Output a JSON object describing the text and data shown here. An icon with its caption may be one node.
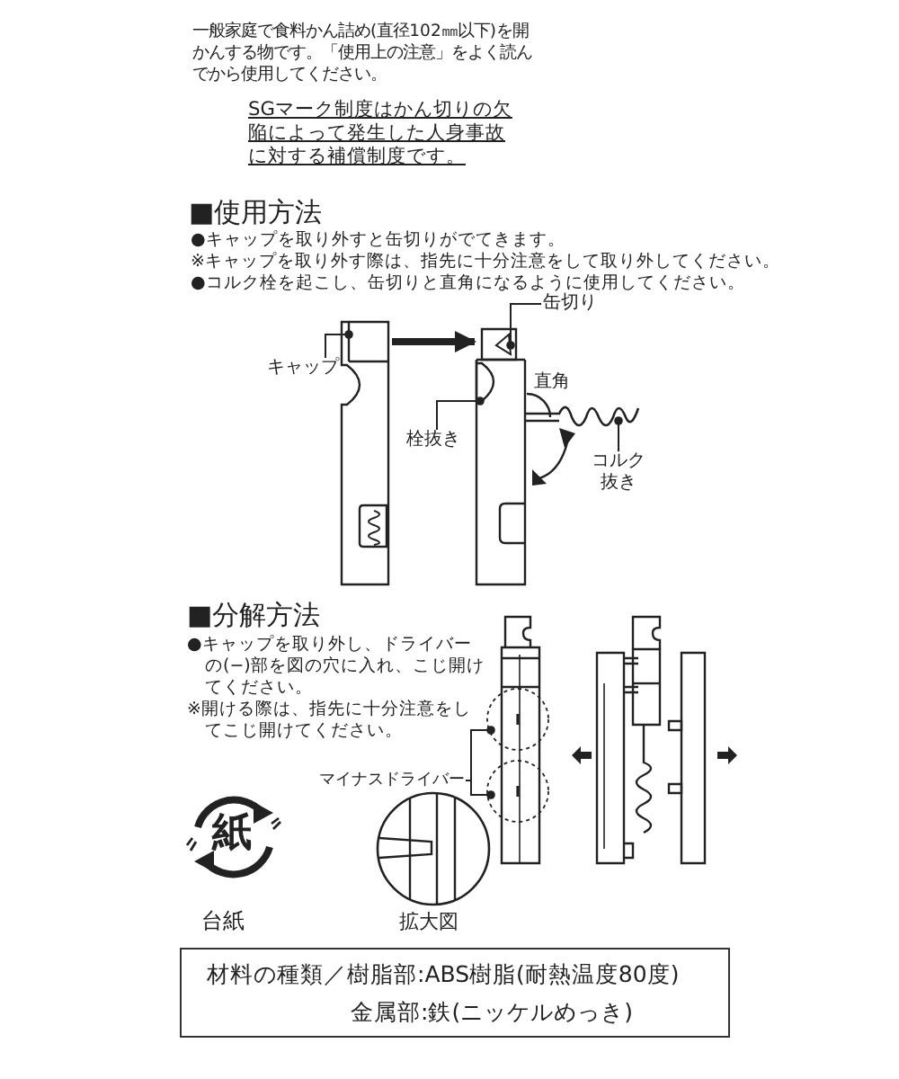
{
  "diagram": {
    "nodes": [
      {
        "text": [],
        "shape": "picture"
      },
      {
        "text": [],
        "shape": "picture"
      },
      {
        "text": [
          "キャップ"
        ]
      },
      {
        "text": [
          "缶切り"
        ]
      },
      {
        "text": [
          "栓抜き"
        ]
      },
      {
        "text": [
          "コルク抜き"
        ]
      },
      {
        "text": [
          "マイナスドライバー"
        ]
      },
      {
        "text": [
          "材料の種類／樹脂部:ABS樹脂(耐熱温度80度)",
          "金属部:鉄(ニッケルめっき)"
        ]
      },
      {
        "text": [],
        "shape": "picture"
      }
    ],
    "edges": [
      {
        "from": 0,
        "to": 1,
        "arrow": "to",
        "style": "thick"
      },
      {
        "from": 2,
        "to": 0,
        "arrow": "other"
      },
      {
        "from": 3,
        "to": 1,
        "arrow": "other"
      },
      {
        "from": 4,
        "to": 1,
        "arrow": "other"
      },
      {
        "from": 5,
        "to": 1,
        "arrow": "other"
      },
      {
        "from": 6,
        "to": 8,
        "arrow": "other"
      },
      {
        "from": 6,
        "to": 8,
        "arrow": "other"
      }
    ],
    "labels": [
      "一般家庭で食料かん詰め(直径102㎜以下)を開かんする物です。「使用上の注意」をよく読んでから使用してください。",
      "SGマーク制度はかん切りの欠陥によって発生した人身事故に対する補償制度です。",
      "■使用方法",
      "●キャップを取り外すと缶切りがでてきます。",
      "※キャップを取り外す際は、指先に十分注意をして取り外してください。",
      "●コルク栓を起こし、缶切りと直角になるように使用してください。",
      "直角",
      "■分解方法",
      "●キャップを取り外し、ドライバーの(−)部を図の穴に入れ、こじ開けてください。",
      "※開ける際は、指先に十分注意をしてこじ開けてください。",
      "紙",
      "台紙",
      "拡大図"
    ]
  }
}
